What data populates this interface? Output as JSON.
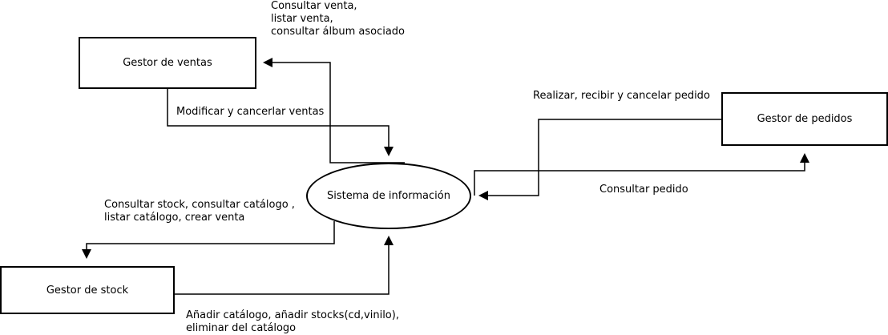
{
  "nodes": {
    "gestor_ventas": "Gestor de ventas",
    "gestor_pedidos": "Gestor de pedidos",
    "sistema": "Sistema de información",
    "gestor_stock": "Gestor de stock"
  },
  "edges": {
    "ventas_consultar": "Consultar venta,\nlistar venta,\nconsultar álbum asociado",
    "ventas_modificar": "Modificar y cancerlar ventas",
    "pedidos_realizar": "Realizar, recibir y cancelar pedido",
    "pedidos_consultar": "Consultar pedido",
    "stock_consultar": "Consultar stock, consultar catálogo ,\nlistar catálogo, crear venta",
    "stock_anadir": "Añadir catálogo, añadir stocks(cd,vinilo),\neliminar del catálogo"
  }
}
